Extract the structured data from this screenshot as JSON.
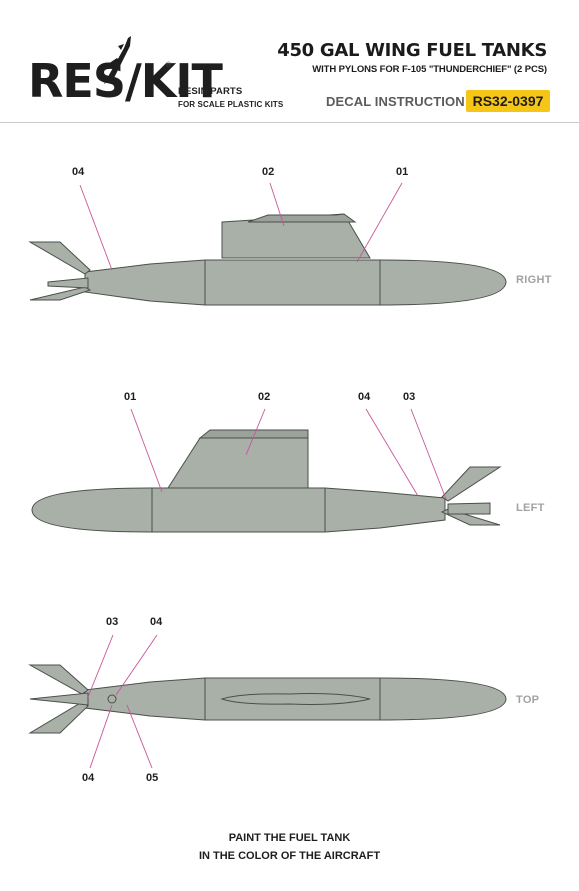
{
  "header": {
    "brand": "RES/KIT",
    "trademark": "®",
    "tagline_1": "RESIN PARTS",
    "tagline_2": "FOR SCALE PLASTIC KITS",
    "title": "450 GAL WING FUEL TANKS",
    "subtitle": "WITH PYLONS FOR F-105 \"THUNDERCHIEF\" (2 PCS)",
    "instruction": "DECAL INSTRUCTION",
    "code": "RS32-0397"
  },
  "views": {
    "right": {
      "label": "RIGHT",
      "callouts": [
        "04",
        "02",
        "01"
      ]
    },
    "left": {
      "label": "LEFT",
      "callouts": [
        "01",
        "02",
        "04",
        "03"
      ]
    },
    "top": {
      "label": "TOP",
      "callouts": [
        "03",
        "04",
        "04",
        "05"
      ]
    }
  },
  "note": {
    "line_1": "PAINT THE FUEL TANK",
    "line_2": "IN THE COLOR OF THE AIRCRAFT"
  },
  "colors": {
    "tank": "#a8b0a8",
    "tank_outline": "#4a4f4a",
    "leader": "#c8559a",
    "code_badge": "#f5c518",
    "view_label": "#a2a2a2"
  }
}
